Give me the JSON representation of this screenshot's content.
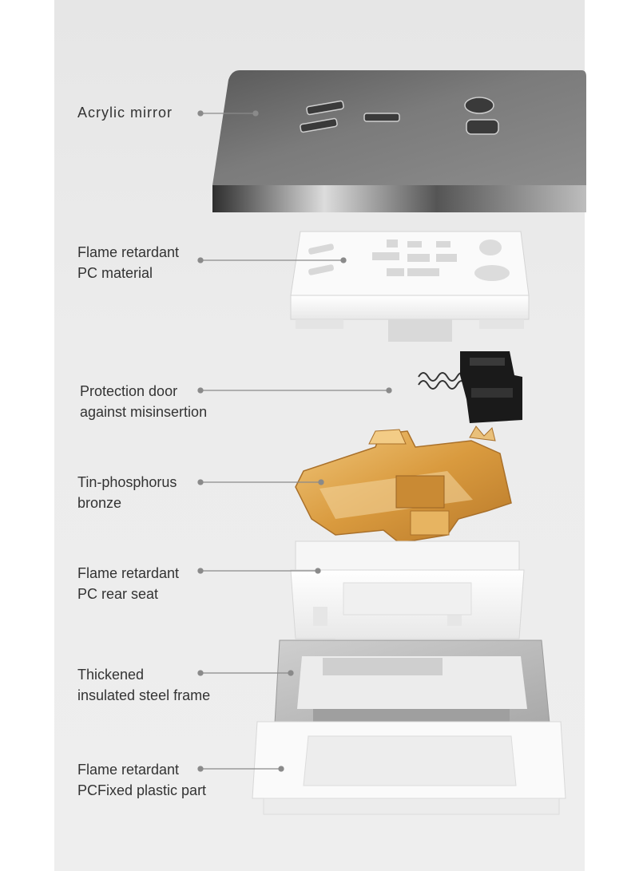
{
  "labels": [
    {
      "id": "acrylic",
      "line1": "Acrylic mirror",
      "line2": ""
    },
    {
      "id": "pc-material",
      "line1": "Flame retardant",
      "line2": "PC material"
    },
    {
      "id": "protection-door",
      "line1": "Protection door",
      "line2": "against misinsertion"
    },
    {
      "id": "bronze",
      "line1": "Tin-phosphorus",
      "line2": "bronze"
    },
    {
      "id": "rear-seat",
      "line1": "Flame retardant",
      "line2": "PC rear seat"
    },
    {
      "id": "steel-frame",
      "line1": "Thickened",
      "line2": "insulated steel frame"
    },
    {
      "id": "plastic-part",
      "line1": "Flame retardant",
      "line2": "PCFixed plastic part"
    }
  ],
  "colors": {
    "background": "#ffffff",
    "panel": "#e9e9e9",
    "text": "#333333",
    "leader": "#8a8a8a",
    "mirror": "#6b6b6b",
    "pc_white": "#fafafa",
    "bronze": "#d9a24a",
    "steel": "#b9b9b9",
    "door": "#1a1a1a"
  }
}
